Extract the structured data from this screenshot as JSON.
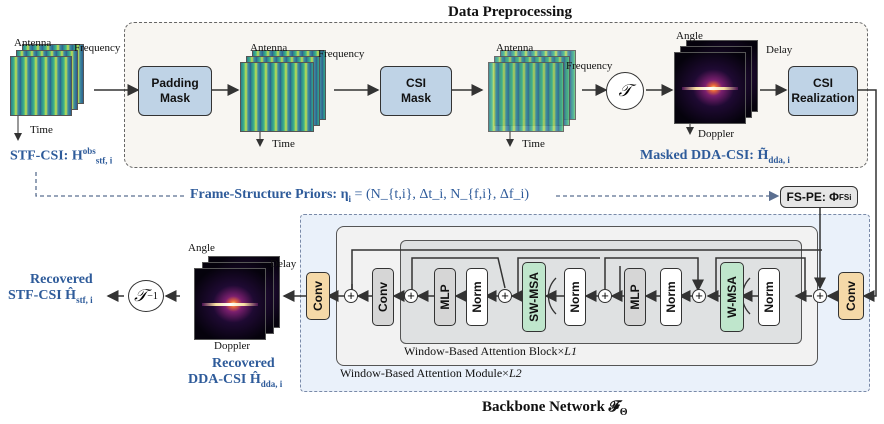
{
  "titles": {
    "preprocessing": "Data Preprocessing",
    "backbone": "Backbone Network 𝓕",
    "backbone_sub": "Θ"
  },
  "axes": {
    "antenna": "Antenna",
    "frequency": "Frequency",
    "time": "Time",
    "angle": "Angle",
    "delay": "Delay",
    "doppler": "Doppler"
  },
  "blocks": {
    "padding_mask": [
      "Padding",
      "Mask"
    ],
    "csi_mask": [
      "CSI",
      "Mask"
    ],
    "csi_realization": [
      "CSI",
      "Realization"
    ],
    "transform": "𝒯",
    "inverse_transform": "𝒯",
    "inverse_sup": "−1",
    "fs_pe": "FS-PE: Φ",
    "fs_pe_sup": "FS",
    "fs_pe_sub": "i",
    "conv": "Conv",
    "mlp": "MLP",
    "norm": "Norm",
    "sw_msa": "SW-MSA",
    "w_msa": "W-MSA",
    "plus": "+"
  },
  "labels": {
    "stf_csi": "STF-CSI: H",
    "stf_csi_sup": "obs",
    "stf_csi_sub": "stf, i",
    "masked_dda": "Masked DDA-CSI: H̃",
    "masked_dda_sub": "dda, i",
    "priors": "Frame-Structure Priors: η",
    "priors_sub": "i",
    "priors_eq": " = (N",
    "priors_terms": "t, i, Δt, N, f, i, Δf",
    "priors_full": "= (N_{t,i}, Δt_i, N_{f,i}, Δf_i)",
    "recovered_stf_1": "Recovered",
    "recovered_stf_2": "STF-CSI Ĥ",
    "recovered_stf_sub": "stf, i",
    "recovered_dda_1": "Recovered",
    "recovered_dda_2": "DDA-CSI Ĥ",
    "recovered_dda_sub": "dda, i",
    "wab": "Window-Based Attention Block×",
    "wab_sub": "L1",
    "wam": "Window-Based Attention Module×",
    "wam_sub": "L2"
  }
}
